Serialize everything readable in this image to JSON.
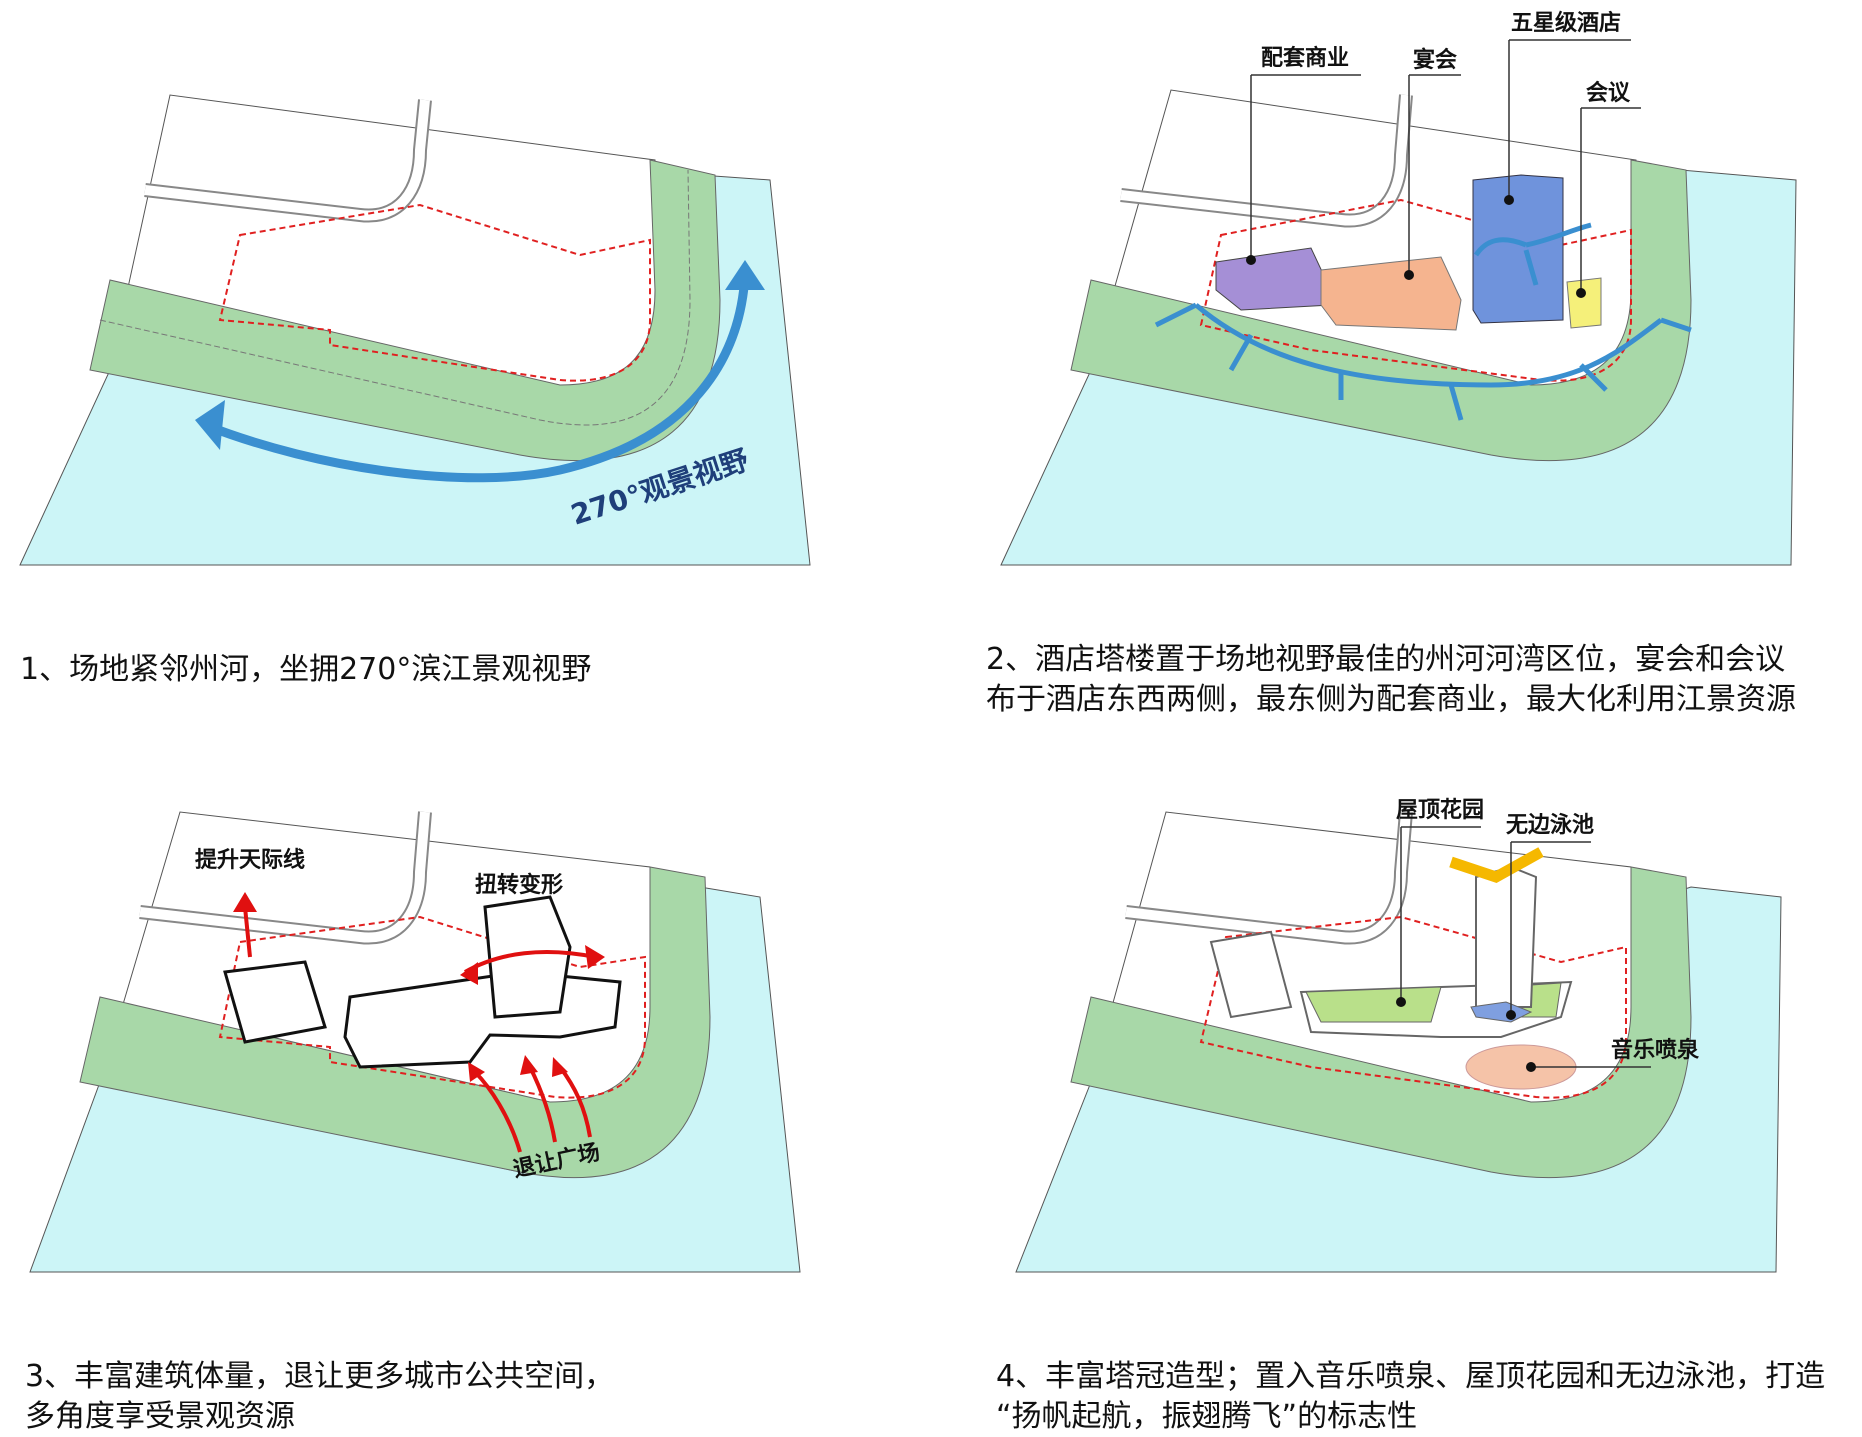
{
  "panels": [
    {
      "caption_lines": [
        "1、场地紧邻州河，坐拥270°滨江景观视野"
      ],
      "labels": {
        "view": "270°观景视野"
      }
    },
    {
      "caption_lines": [
        "2、酒店塔楼置于场地视野最佳的州河河湾区位，宴会和会议",
        "布于酒店东西两侧，最东侧为配套商业，最大化利用江景资源"
      ],
      "labels": {
        "retail": "配套商业",
        "banquet": "宴会",
        "hotel": "五星级酒店",
        "meeting": "会议"
      }
    },
    {
      "caption_lines": [
        "3、丰富建筑体量，退让更多城市公共空间，",
        "多角度享受景观资源"
      ],
      "labels": {
        "skyline": "提升天际线",
        "twist": "扭转变形",
        "plaza": "退让广场"
      }
    },
    {
      "caption_lines": [
        "4、丰富塔冠造型；置入音乐喷泉、屋顶花园和无边泳池，打造",
        "“扬帆起航，振翅腾飞”的标志性"
      ],
      "labels": {
        "garden": "屋顶花园",
        "pool": "无边泳池",
        "fountain": "音乐喷泉"
      }
    }
  ],
  "colors": {
    "water": "#ccf5f7",
    "green": "#a8d8a8",
    "boundary": "#e02020",
    "arrow_blue": "#3a8fd0",
    "retail": "#a58fd6",
    "banquet": "#f5b48f",
    "hotel": "#6f93dc",
    "meeting": "#f5f07a",
    "crown": "#f5b800",
    "pool": "#7f9fe0",
    "fountain": "#f5c3a8",
    "garden": "#b9e08a",
    "red_arrow": "#e01010"
  }
}
